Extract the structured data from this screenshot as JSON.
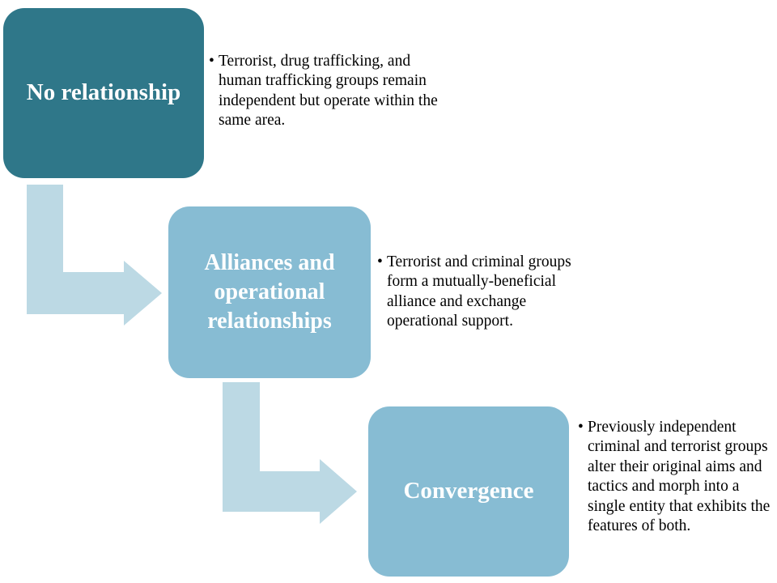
{
  "stages": [
    {
      "title": "No relationship",
      "description": "Terrorist, drug trafficking, and human trafficking groups remain independent but operate within the same area."
    },
    {
      "title": "Alliances and operational relationships",
      "description": "Terrorist and criminal groups form a mutually-beneficial alliance and exchange operational support."
    },
    {
      "title": "Convergence",
      "description": "Previously independent criminal and terrorist groups alter their original aims and tactics and morph into a single entity that exhibits the features of both."
    }
  ],
  "bullet": "•",
  "colors": {
    "stage_1_fill": "#2f7789",
    "stage_2_fill": "#87bcd3",
    "stage_3_fill": "#87bcd3",
    "arrow_fill": "#bcd9e4",
    "box_text": "#ffffff",
    "description_text": "#000000"
  }
}
